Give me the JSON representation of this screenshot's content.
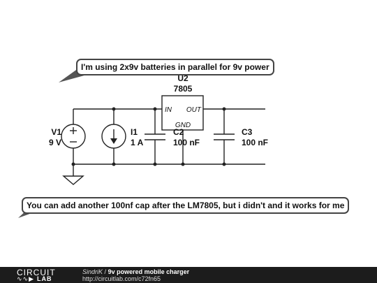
{
  "callouts": {
    "top": "I'm using 2x9v batteries in parallel for 9v power",
    "bottom": "You can add another 100nf cap after the LM7805, but i didn't and it works for me"
  },
  "components": {
    "v1": {
      "ref": "V1",
      "value": "9 V"
    },
    "i1": {
      "ref": "I1",
      "value": "1 A"
    },
    "u2": {
      "ref": "U2",
      "value": "7805",
      "pin_in": "IN",
      "pin_out": "OUT",
      "pin_gnd": "GND"
    },
    "c2": {
      "ref": "C2",
      "value": "100 nF"
    },
    "c3": {
      "ref": "C3",
      "value": "100 nF"
    }
  },
  "footer": {
    "logo_top": "CIRCUIT",
    "logo_bottom": "LAB",
    "author": "SindriK",
    "separator": "/",
    "title": "9v powered mobile charger",
    "url": "http://circuitlab.com/c72fn65"
  },
  "colors": {
    "wire": "#222222",
    "callout_border": "#444444",
    "footer_bg": "#1c1c1c"
  }
}
